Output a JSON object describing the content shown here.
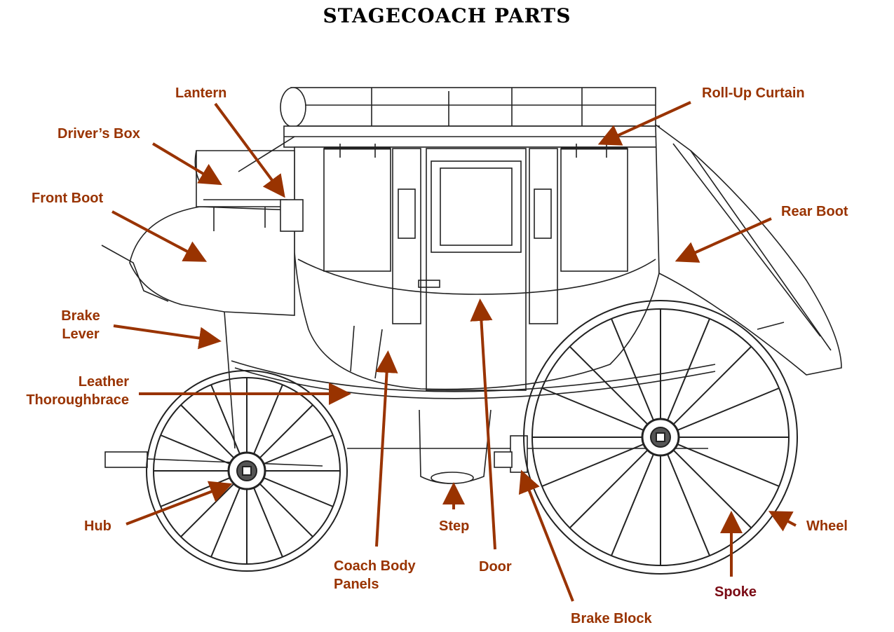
{
  "title": "STAGECOACH PARTS",
  "colors": {
    "label": "#993300",
    "label_alt": "#7a0a14",
    "arrow": "#993300",
    "line": "#222222"
  },
  "labels": {
    "lantern": "Lantern",
    "drivers_box": "Driver’s Box",
    "front_boot": "Front Boot",
    "brake_lever_1": "Brake",
    "brake_lever_2": "Lever",
    "leather_1": "Leather",
    "leather_2": "Thoroughbrace",
    "hub": "Hub",
    "coach_panels_1": "Coach Body",
    "coach_panels_2": "Panels",
    "step": "Step",
    "door": "Door",
    "brake_block": "Brake Block",
    "spoke": "Spoke",
    "wheel": "Wheel",
    "rear_boot": "Rear Boot",
    "roll_up_curtain": "Roll-Up Curtain"
  }
}
